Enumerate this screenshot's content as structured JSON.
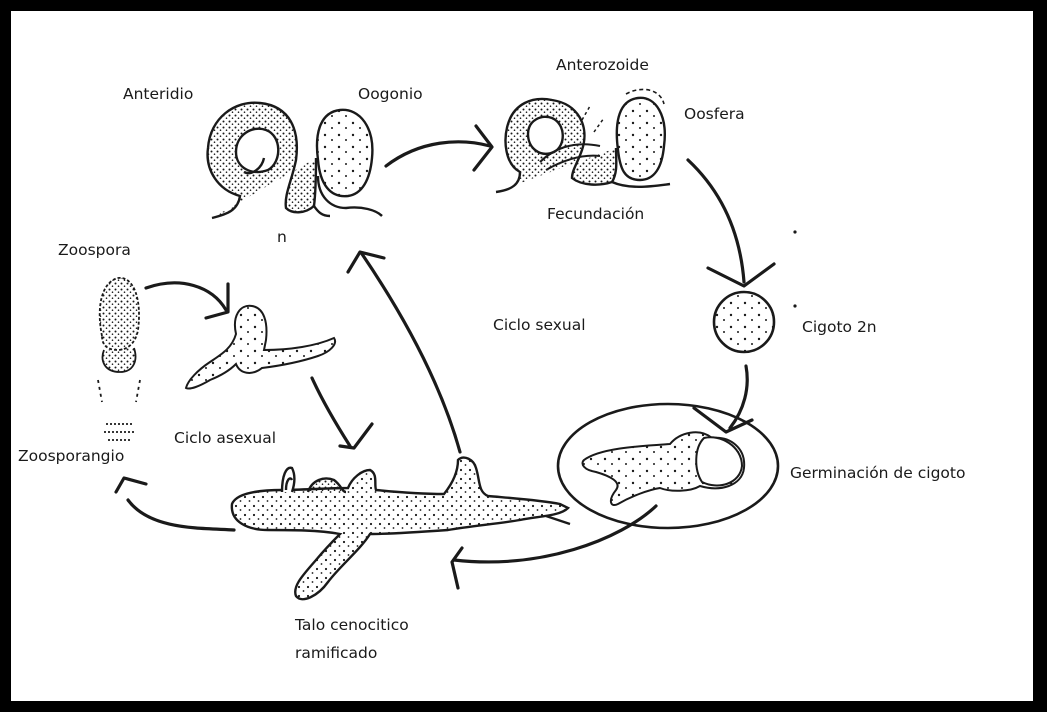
{
  "labels": {
    "anteridio": "Anteridio",
    "oogonio": "Oogonio",
    "haploid": "n",
    "anterozoide": "Anterozoide",
    "oosfera": "Oosfera",
    "fecundacion": "Fecundación",
    "zoospora": "Zoospora",
    "ciclo_sexual": "Ciclo sexual",
    "cigoto": "Cigoto 2n",
    "ciclo_asexual": "Ciclo asexual",
    "zoosporangio": "Zoosporangio",
    "germinacion": "Germinación de cigoto",
    "talo_line1": "Talo cenocitico",
    "talo_line2": "ramificado"
  },
  "colors": {
    "ink": "#1a1a1a",
    "frame": "#000000",
    "background": "#ffffff"
  }
}
